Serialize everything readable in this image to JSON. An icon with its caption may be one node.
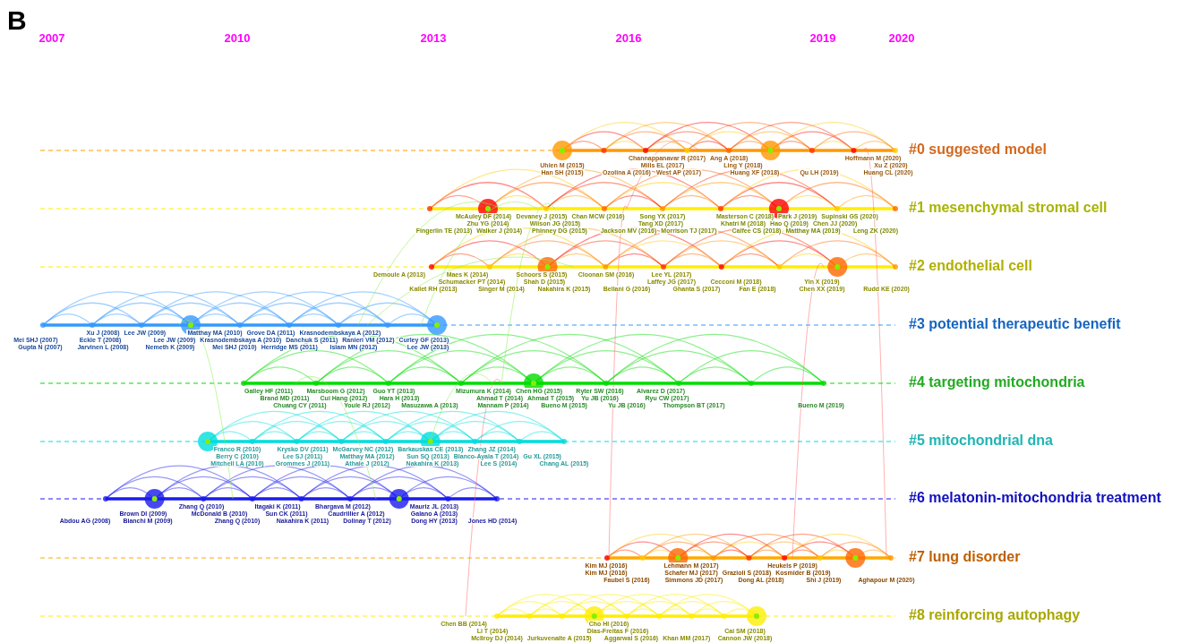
{
  "diagram": {
    "labels": [
      "B",
      "2007",
      "2010",
      "2013",
      "2016",
      "2019",
      "2020",
      "#0 suggested model",
      "Uhlen M (2015)",
      "Han SH (2015)",
      "Ozolina A (2016)",
      "Channappanavar R (2017)",
      "Mills EL (2017)",
      "West AP (2017)",
      "Ang A (2018)",
      "Ling Y (2018)",
      "Huang XF (2018)",
      "Qu LH (2019)",
      "Hoffmann M (2020)",
      "Xu Z (2020)",
      "Huang CL (2020)",
      "#1 mesenchymal stromal cell",
      "Fingerlin TE (2013)",
      "McAuley DF (2014)",
      "Zhu YG (2014)",
      "Walker J (2014)",
      "Devaney J (2015)",
      "Wilson JG (2015)",
      "Phinney DG (2015)",
      "Chan MCW (2016)",
      "Jackson MV (2016)",
      "Song YX (2017)",
      "Tang XD (2017)",
      "Morrison TJ (2017)",
      "Masterson C (2018)",
      "Khatri M (2018)",
      "Calfee CS (2018)",
      "Park J (2019)",
      "Hao Q (2019)",
      "Matthay MA (2019)",
      "Supinski GS (2020)",
      "Chen JJ (2020)",
      "Leng ZK (2020)",
      "#2 endothelial cell",
      "Demoule A (2013)",
      "Kallet RH (2013)",
      "Maes K (2014)",
      "Schumacker PT (2014)",
      "Singer M (2014)",
      "Schoors S (2015)",
      "Shah D (2015)",
      "Nakahira K (2015)",
      "Cloonan SM (2016)",
      "Bellani G (2016)",
      "Lee YL (2017)",
      "Laffey JG (2017)",
      "Ghanta S (2017)",
      "Cecconi M (2018)",
      "Fan E (2018)",
      "Yin X (2019)",
      "Chen XX (2019)",
      "Rudd KE (2020)",
      "#3 potential therapeutic benefit",
      "Mei SHJ (2007)",
      "Gupta N (2007)",
      "Xu J (2008)",
      "Eckle T (2008)",
      "Jarvinen L (2008)",
      "Lee JW (2009)",
      "Lee JW (2009)",
      "Nemeth K (2009)",
      "Matthay MA (2010)",
      "Krasnodembskaya A (2010)",
      "Mei SHJ (2010)",
      "Grove DA (2011)",
      "Danchuk S (2011)",
      "Herridge MS (2011)",
      "Krasnodembskaya A (2012)",
      "Ranieri VM (2012)",
      "Islam MN (2012)",
      "Curley GF (2013)",
      "Lee JW (2013)",
      "#4 targeting mitochondria",
      "Galley HF (2011)",
      "Brand MD (2011)",
      "Chuang CY (2011)",
      "Marsboom G (2012)",
      "Cui Hang (2012)",
      "Youle RJ (2012)",
      "Guo YT (2013)",
      "Hara H (2013)",
      "Masuzawa A (2013)",
      "Mizumura K (2014)",
      "Ahmad T (2014)",
      "Mannam P (2014)",
      "Chen HG (2015)",
      "Ahmad T (2015)",
      "Bueno M (2015)",
      "Ryter SW (2016)",
      "Yu JB (2016)",
      "Yu JB (2016)",
      "Alvarez D (2017)",
      "Ryu CW (2017)",
      "Thompson BT (2017)",
      "Bueno M (2019)",
      "#5 mitochondrial dna",
      "Franco R (2010)",
      "Berry C (2010)",
      "Mitchell LA (2010)",
      "Krysko DV (2011)",
      "Lee SJ (2011)",
      "Grommes J (2011)",
      "McGarvey NC (2012)",
      "Matthay MA (2012)",
      "Athale J (2012)",
      "Barkauskas CE (2013)",
      "Sun SQ (2013)",
      "Nakahira K (2013)",
      "Zhang JZ (2014)",
      "Blanco-Ayala T (2014)",
      "Lee S (2014)",
      "Gu XL (2015)",
      "Chang AL (2015)",
      "#6 melatonin-mitochondria treatment",
      "Abdou AG (2008)",
      "Brown DI (2009)",
      "Bianchi M (2009)",
      "Zhang Q (2010)",
      "McDonald B (2010)",
      "Zhang Q (2010)",
      "Itagaki K (2011)",
      "Sun CK (2011)",
      "Nakahira K (2011)",
      "Bhargava M (2012)",
      "Caudrillier A (2012)",
      "Dolinay T (2012)",
      "Mauriz JL (2013)",
      "Galano A (2013)",
      "Dong HY (2013)",
      "Jones HD (2014)",
      "#7 lung disorder",
      "Kim MJ (2016)",
      "Kim MJ (2016)",
      "Faubel S (2016)",
      "Lehmann M (2017)",
      "Schafer MJ (2017)",
      "Simmons JD (2017)",
      "Grazioli S (2018)",
      "Dong AL (2018)",
      "Heukels P (2019)",
      "Kosmider B (2019)",
      "Shi J (2019)",
      "Aghapour M (2020)",
      "#8 reinforcing autophagy",
      "Chen BB (2014)",
      "Li T (2014)",
      "McIlroy DJ (2014)",
      "Jurkuvenaite A (2015)",
      "Cho HI (2016)",
      "Dias-Freitas F (2016)",
      "Aggarwal S (2016)",
      "Khan MM (2017)",
      "Cai SM (2018)",
      "Cannon JW (2018)"
    ]
  }
}
